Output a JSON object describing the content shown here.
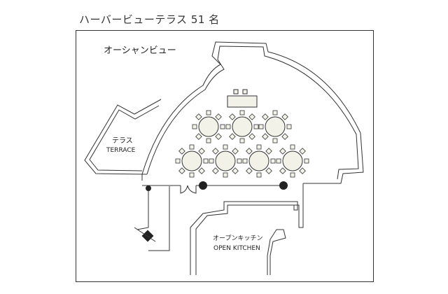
{
  "header": {
    "title": "ハーバービューテラス 51 名"
  },
  "areas": {
    "ocean_view": "オーシャンビュー",
    "terrace_jp": "テラス",
    "terrace_en": "TERRACE",
    "kitchen_jp": "オープンキッチン",
    "kitchen_en": "OPEN KITCHEN"
  },
  "colors": {
    "line": "#333333",
    "table_fill": "#f3f2e8",
    "background": "#ffffff"
  }
}
